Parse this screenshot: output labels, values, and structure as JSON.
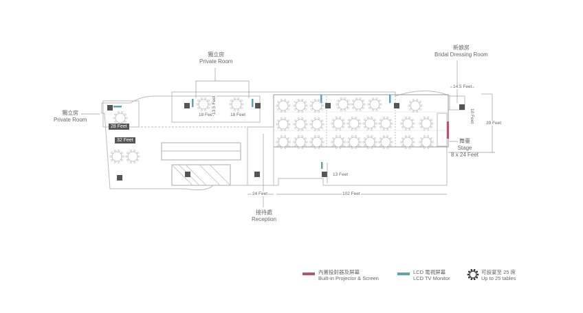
{
  "labels": {
    "private_room_top": {
      "zh": "獨立房",
      "en": "Private Room"
    },
    "private_room_left": {
      "zh": "獨立房",
      "en": "Private Room"
    },
    "bridal": {
      "zh": "新娘房",
      "en": "Bridal Dressing Room"
    },
    "stage": {
      "zh": "舞臺",
      "en": "Stage",
      "size": "8 x 24 Feet"
    },
    "reception": {
      "zh": "接待處",
      "en": "Reception"
    }
  },
  "dimensions": {
    "d28": "28 Feet",
    "d32": "32 Feet",
    "d18a": "18 Feet",
    "d18b": "18 Feet",
    "d13_5": "13.5 Feet",
    "d24": "24 Feet",
    "d102": "102 Feet",
    "d13": "13 Feet",
    "d14_5": "14.5 Feet",
    "d10": "10 Feet",
    "d39": "39 Feet"
  },
  "legend": {
    "projector": {
      "zh": "內置投射器及屏幕",
      "en": "Built-in Projector & Screen",
      "color": "#b5566e"
    },
    "lcd": {
      "zh": "LCD 電視屏幕",
      "en": "LCD TV Monitor",
      "color": "#5fa3ae"
    },
    "tables": {
      "zh": "可設宴至 25 席",
      "en": "Up to 25 tables"
    }
  }
}
